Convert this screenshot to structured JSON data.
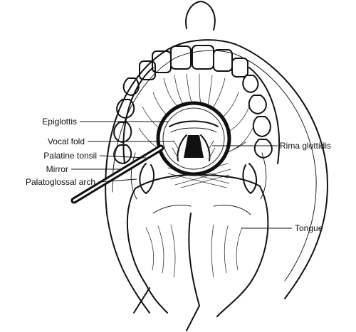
{
  "labels": {
    "epiglottis": "Epiglottis",
    "vocal_fold": "Vocal fold",
    "palatine_tonsil": "Palatine tonsil",
    "mirror": "Mirror",
    "palatoglossal_arch": "Palatoglossal arch",
    "rima_glottidis": "Rima glottidis",
    "tongue": "Tongue"
  }
}
